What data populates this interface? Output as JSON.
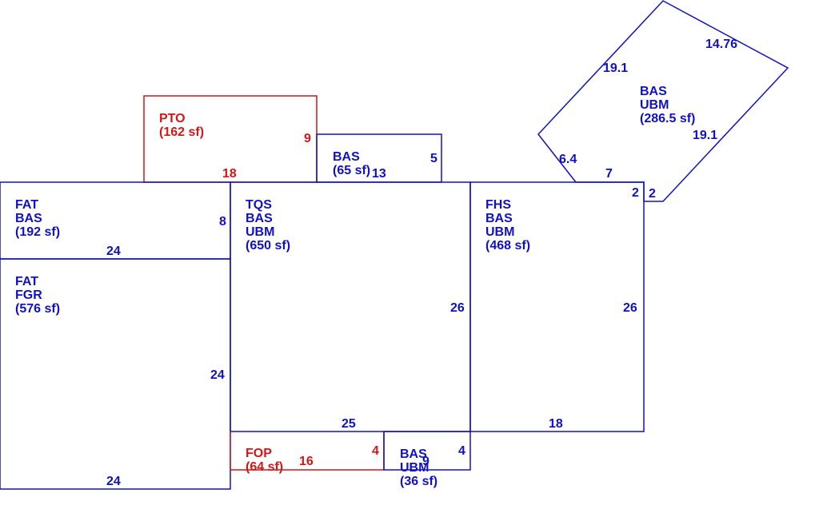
{
  "colors": {
    "building": "#1010c8",
    "porch": "#d41616"
  },
  "areas": [
    {
      "id": "pto",
      "color": "porch",
      "lines": [
        "PTO",
        "(162 sf)"
      ],
      "sides": [
        {
          "id": "right",
          "text": "9"
        },
        {
          "id": "bottom",
          "text": "18"
        }
      ]
    },
    {
      "id": "bas-small",
      "color": "building",
      "lines": [
        "BAS",
        "(65 sf)"
      ],
      "sides": [
        {
          "id": "right",
          "text": "5"
        },
        {
          "id": "bottom",
          "text": "13"
        }
      ]
    },
    {
      "id": "bas-angled",
      "color": "building",
      "lines": [
        "BAS",
        "UBM",
        "(286.5 sf)"
      ],
      "sides": [
        {
          "id": "upper-left",
          "text": "19.1"
        },
        {
          "id": "upper-right",
          "text": "14.76"
        },
        {
          "id": "lower-right",
          "text": "19.1"
        },
        {
          "id": "lower-left",
          "text": "6.4"
        },
        {
          "id": "bottom",
          "text": "7"
        },
        {
          "id": "step-left",
          "text": "2"
        },
        {
          "id": "step-right",
          "text": "2"
        }
      ]
    },
    {
      "id": "fat-bas",
      "color": "building",
      "lines": [
        "FAT",
        "BAS",
        "(192 sf)"
      ],
      "sides": [
        {
          "id": "right",
          "text": "8"
        },
        {
          "id": "bottom",
          "text": "24"
        }
      ]
    },
    {
      "id": "fat-fgr",
      "color": "building",
      "lines": [
        "FAT",
        "FGR",
        "(576 sf)"
      ],
      "sides": [
        {
          "id": "right",
          "text": "24"
        },
        {
          "id": "bottom",
          "text": "24"
        }
      ]
    },
    {
      "id": "tqs",
      "color": "building",
      "lines": [
        "TQS",
        "BAS",
        "UBM",
        "(650 sf)"
      ],
      "sides": [
        {
          "id": "right",
          "text": "26"
        },
        {
          "id": "bottom",
          "text": "25"
        }
      ]
    },
    {
      "id": "fhs",
      "color": "building",
      "lines": [
        "FHS",
        "BAS",
        "UBM",
        "(468 sf)"
      ],
      "sides": [
        {
          "id": "right",
          "text": "26"
        },
        {
          "id": "bottom",
          "text": "18"
        }
      ]
    },
    {
      "id": "fop",
      "color": "porch",
      "lines": [
        "FOP",
        "(64 sf)"
      ],
      "sides": [
        {
          "id": "bottom",
          "text": "16"
        },
        {
          "id": "right",
          "text": "4"
        }
      ]
    },
    {
      "id": "bas-ubm-small",
      "color": "building",
      "lines": [
        "BAS",
        "UBM",
        "(36 sf)"
      ],
      "sides": [
        {
          "id": "right",
          "text": "4"
        },
        {
          "id": "bottom",
          "text": "9"
        }
      ]
    }
  ]
}
